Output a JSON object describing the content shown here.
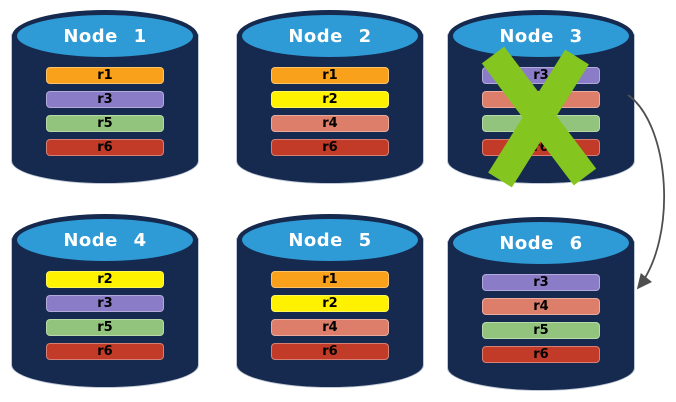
{
  "nodes": [
    {
      "label": "Node 1",
      "failed": false,
      "replicas": [
        {
          "name": "r1",
          "color": "#F9A11B"
        },
        {
          "name": "r3",
          "color": "#8B7CC8"
        },
        {
          "name": "r5",
          "color": "#93C47D"
        },
        {
          "name": "r6",
          "color": "#C23B28"
        }
      ]
    },
    {
      "label": "Node 2",
      "failed": false,
      "replicas": [
        {
          "name": "r1",
          "color": "#F9A11B"
        },
        {
          "name": "r2",
          "color": "#FFF200"
        },
        {
          "name": "r4",
          "color": "#DD7E6B"
        },
        {
          "name": "r6",
          "color": "#C23B28"
        }
      ]
    },
    {
      "label": "Node 3",
      "failed": true,
      "replicas": [
        {
          "name": "r3",
          "color": "#8B7CC8"
        },
        {
          "name": "r4",
          "color": "#DD7E6B"
        },
        {
          "name": "r5",
          "color": "#93C47D"
        },
        {
          "name": "r6",
          "color": "#C23B28"
        }
      ]
    },
    {
      "label": "Node 4",
      "failed": false,
      "replicas": [
        {
          "name": "r2",
          "color": "#FFF200"
        },
        {
          "name": "r3",
          "color": "#8B7CC8"
        },
        {
          "name": "r5",
          "color": "#93C47D"
        },
        {
          "name": "r6",
          "color": "#C23B28"
        }
      ]
    },
    {
      "label": "Node 5",
      "failed": false,
      "replicas": [
        {
          "name": "r1",
          "color": "#F9A11B"
        },
        {
          "name": "r2",
          "color": "#FFF200"
        },
        {
          "name": "r4",
          "color": "#DD7E6B"
        },
        {
          "name": "r6",
          "color": "#C23B28"
        }
      ]
    },
    {
      "label": "Node 6",
      "failed": false,
      "replicas": [
        {
          "name": "r3",
          "color": "#8B7CC8"
        },
        {
          "name": "r4",
          "color": "#DD7E6B"
        },
        {
          "name": "r5",
          "color": "#93C47D"
        },
        {
          "name": "r6",
          "color": "#C23B28"
        }
      ]
    }
  ],
  "replica_colors": {
    "r1": "#F9A11B",
    "r2": "#FFF200",
    "r3": "#8B7CC8",
    "r4": "#DD7E6B",
    "r5": "#93C47D",
    "r6": "#C23B28"
  },
  "colors": {
    "cylinder_body": "#16294E",
    "cylinder_top": "#2E9BD6",
    "failure_x": "#84C51F",
    "arrow": "#4F4F4F",
    "title_text": "#FFFFFF",
    "replica_text": "#000000"
  },
  "icons": {
    "failure_x_icon": "green-x-cross",
    "replication_arrow_icon": "curved-arrow-to-node-6"
  }
}
